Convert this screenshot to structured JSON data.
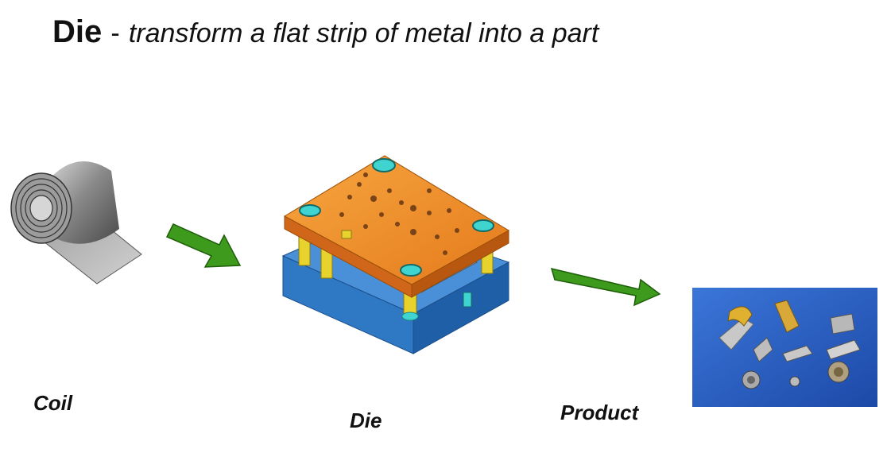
{
  "title": {
    "main": "Die",
    "separator": "-",
    "subtitle": "transform a flat strip of metal into a part"
  },
  "labels": {
    "coil": "Coil",
    "die": "Die",
    "product": "Product"
  },
  "colors": {
    "arrow": "#3d9a1c",
    "die_top_plate": "#f08c2a",
    "die_base": "#2e78c4",
    "bushing": "#3fd4d0",
    "pillar": "#e8d22e",
    "product_bg": "#2a5fc8",
    "coil_metal": "#8a8a8a"
  }
}
